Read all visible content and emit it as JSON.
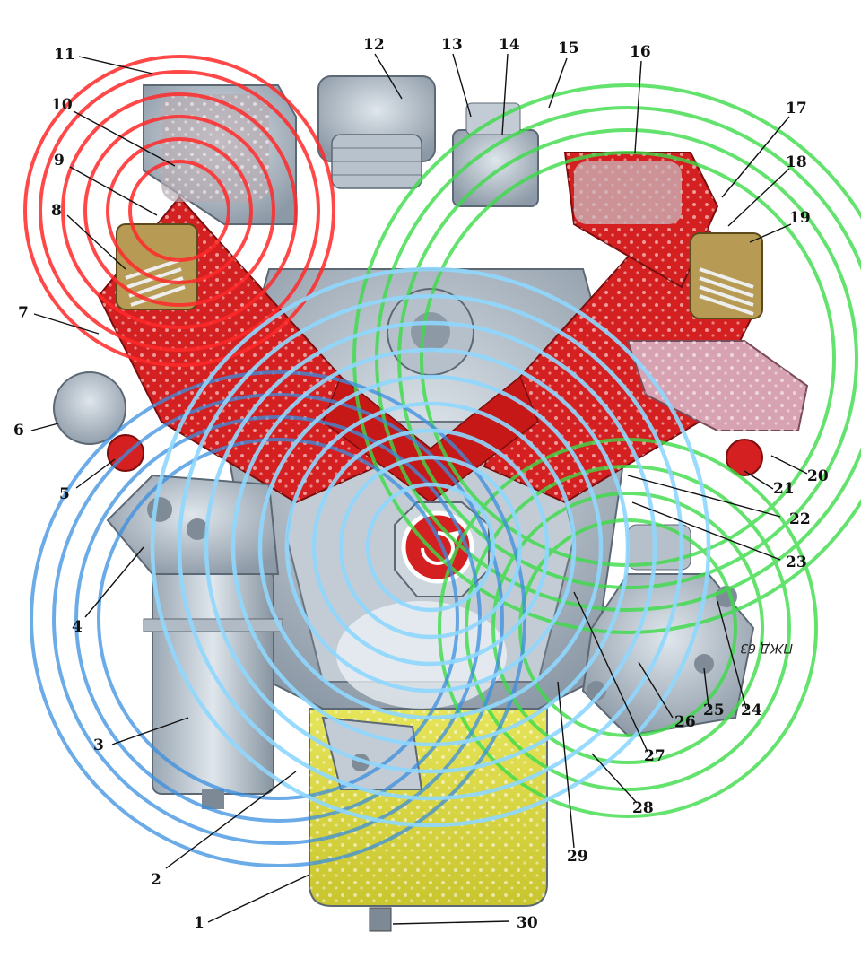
{
  "diagram": {
    "subject": "V8 engine lubrication system cross-section",
    "callouts": [
      {
        "id": "1",
        "label": "1"
      },
      {
        "id": "2",
        "label": "2"
      },
      {
        "id": "3",
        "label": "3"
      },
      {
        "id": "4",
        "label": "4"
      },
      {
        "id": "5",
        "label": "5"
      },
      {
        "id": "6",
        "label": "6"
      },
      {
        "id": "7",
        "label": "7"
      },
      {
        "id": "8",
        "label": "8"
      },
      {
        "id": "9",
        "label": "9"
      },
      {
        "id": "10",
        "label": "10"
      },
      {
        "id": "11",
        "label": "11"
      },
      {
        "id": "12",
        "label": "12"
      },
      {
        "id": "13",
        "label": "13"
      },
      {
        "id": "14",
        "label": "14"
      },
      {
        "id": "15",
        "label": "15"
      },
      {
        "id": "16",
        "label": "16"
      },
      {
        "id": "17",
        "label": "17"
      },
      {
        "id": "18",
        "label": "18"
      },
      {
        "id": "19",
        "label": "19"
      },
      {
        "id": "20",
        "label": "20"
      },
      {
        "id": "21",
        "label": "21"
      },
      {
        "id": "22",
        "label": "22"
      },
      {
        "id": "23",
        "label": "23"
      },
      {
        "id": "24",
        "label": "24"
      },
      {
        "id": "25",
        "label": "25"
      },
      {
        "id": "26",
        "label": "26"
      },
      {
        "id": "27",
        "label": "27"
      },
      {
        "id": "28",
        "label": "28"
      },
      {
        "id": "29",
        "label": "29"
      },
      {
        "id": "30",
        "label": "30"
      }
    ],
    "watermark": "ПЖД 63",
    "colors": {
      "block_red": "#d42020",
      "metal": "#aab6c2",
      "metal_dark": "#6f7c89",
      "oil_yellow": "#d8d640",
      "ring_red": "#ff2a2a",
      "ring_green": "#3ddc4a",
      "ring_lightblue": "#8fd8ff",
      "ring_blue": "#3a8fe0",
      "rotation_arrow": "#e02020"
    }
  }
}
